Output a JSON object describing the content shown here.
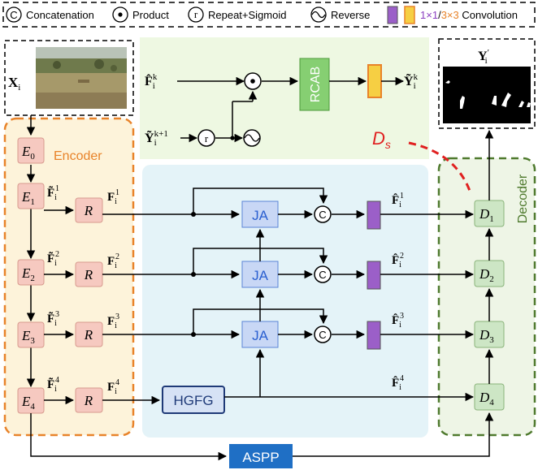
{
  "legend": {
    "concat_symbol": "C",
    "concat_label": "Concatenation",
    "product_label": "Product",
    "repeat_symbol": "r",
    "repeat_label": "Repeat+Sigmoid",
    "reverse_label": "Reverse",
    "conv_label_a": "1×1",
    "conv_label_sep": "/",
    "conv_label_b": "3×3",
    "conv_label_c": " Convolution"
  },
  "input": {
    "base": "X",
    "sub": "i"
  },
  "output": {
    "base": "Y",
    "sub": "i",
    "sup": "′"
  },
  "encoder": {
    "label": "Encoder",
    "stages": [
      {
        "base": "E",
        "sub": "0"
      },
      {
        "base": "E",
        "sub": "1"
      },
      {
        "base": "E",
        "sub": "2"
      },
      {
        "base": "E",
        "sub": "3"
      },
      {
        "base": "E",
        "sub": "4"
      }
    ],
    "tilde_features": [
      {
        "base": "F̃",
        "sub": "i",
        "sup": "1"
      },
      {
        "base": "F̃",
        "sub": "i",
        "sup": "2"
      },
      {
        "base": "F̃",
        "sub": "i",
        "sup": "3"
      },
      {
        "base": "F̃",
        "sub": "i",
        "sup": "4"
      }
    ],
    "r_label": "R",
    "features": [
      {
        "base": "F",
        "sub": "i",
        "sup": "1"
      },
      {
        "base": "F",
        "sub": "i",
        "sup": "2"
      },
      {
        "base": "F",
        "sub": "i",
        "sup": "3"
      },
      {
        "base": "F",
        "sub": "i",
        "sup": "4"
      }
    ]
  },
  "middle": {
    "ja_label": "JA",
    "concat_symbol": "C",
    "hgfg_label": "HGFG",
    "hat_features": [
      {
        "base": "F̂",
        "sub": "i",
        "sup": "1"
      },
      {
        "base": "F̂",
        "sub": "i",
        "sup": "2"
      },
      {
        "base": "F̂",
        "sub": "i",
        "sup": "3"
      },
      {
        "base": "F̂",
        "sub": "i",
        "sup": "4"
      }
    ]
  },
  "decoder": {
    "label": "Decoder",
    "stages": [
      {
        "base": "D",
        "sub": "1"
      },
      {
        "base": "D",
        "sub": "2"
      },
      {
        "base": "D",
        "sub": "3"
      },
      {
        "base": "D",
        "sub": "4"
      }
    ]
  },
  "ds_module": {
    "label_base": "D",
    "label_sub": "s",
    "in_feature": {
      "base": "F̂",
      "sub": "i",
      "sup": "k"
    },
    "in_pred": {
      "base": "Ỹ",
      "sub": "i",
      "sup": "k+1"
    },
    "repeat_symbol": "r",
    "rcab_label": "RCAB",
    "out_pred": {
      "base": "Ỹ",
      "sub": "i",
      "sup": "k"
    }
  },
  "aspp_label": "ASPP",
  "colors": {
    "encoder_fill": "#fdf3da",
    "encoder_border": "#e8832a",
    "decoder_fill": "#eef5e6",
    "decoder_border": "#4f7a2e",
    "ja_fill": "#e4f3f8",
    "ds_fill": "#eef8e2",
    "enc_block": "#f6c9c0",
    "dec_block": "#cde6c5",
    "ja_block": "#c8d7f5",
    "ja_text": "#2a5fd0",
    "hgfg_block": "#d6e2f5",
    "aspp_block": "#1f6fc5",
    "rcab_block": "#86cf72",
    "conv1x1": "#9b5fc8",
    "conv3x3": "#f6cf43",
    "ds_label": "#e02020"
  }
}
